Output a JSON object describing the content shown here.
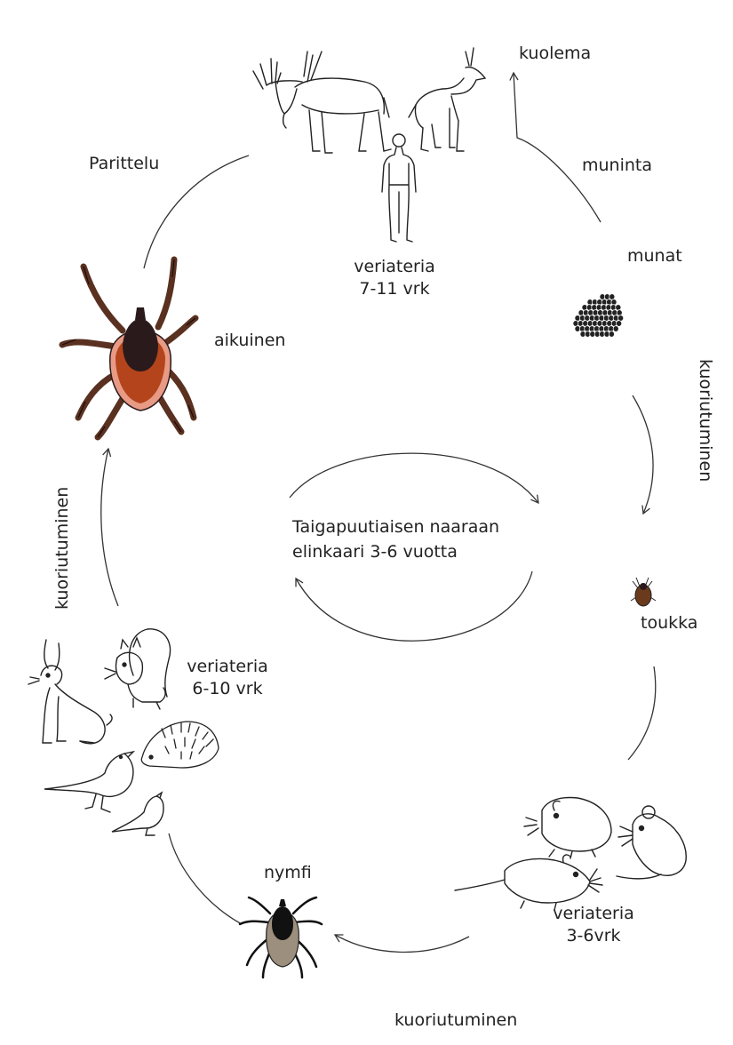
{
  "center_title": {
    "line1": "Taigapuutiaisen naaraan",
    "line2": "elinkaari 3-6 vuotta"
  },
  "stages": {
    "adult": "aikuinen",
    "eggs": "munat",
    "larva": "toukka",
    "nymph": "nymfi"
  },
  "events": {
    "death": "kuolema",
    "egg_laying": "muninta",
    "mating": "Parittelu",
    "hatching_right": "kuoriutuminen",
    "hatching_left": "kuoriutuminen",
    "hatching_bottom": "kuoriutuminen"
  },
  "blood_meals": {
    "adult": {
      "label": "veriateria",
      "duration": "7-11 vrk"
    },
    "nymph": {
      "label": "veriateria",
      "duration": "6-10 vrk"
    },
    "larva": {
      "label": "veriateria",
      "duration": "3-6vrk"
    }
  },
  "colors": {
    "line": "#333333",
    "tick_dark": "#2b1a1c",
    "tick_body": "#b4441b",
    "tick_edge": "#e89a85",
    "tick_legs": "#5a3020",
    "nymph_body": "#9c8f7d",
    "larva_body": "#6b3a1c",
    "egg": "#222222"
  },
  "icons": {
    "hosts_large": [
      "moose-icon",
      "deer-icon",
      "human-icon"
    ],
    "hosts_medium": [
      "hare-icon",
      "squirrel-icon",
      "hedgehog-icon",
      "thrush-icon",
      "small-bird-icon"
    ],
    "hosts_small": [
      "vole-icon",
      "mouse-icon",
      "shrew-icon"
    ]
  }
}
